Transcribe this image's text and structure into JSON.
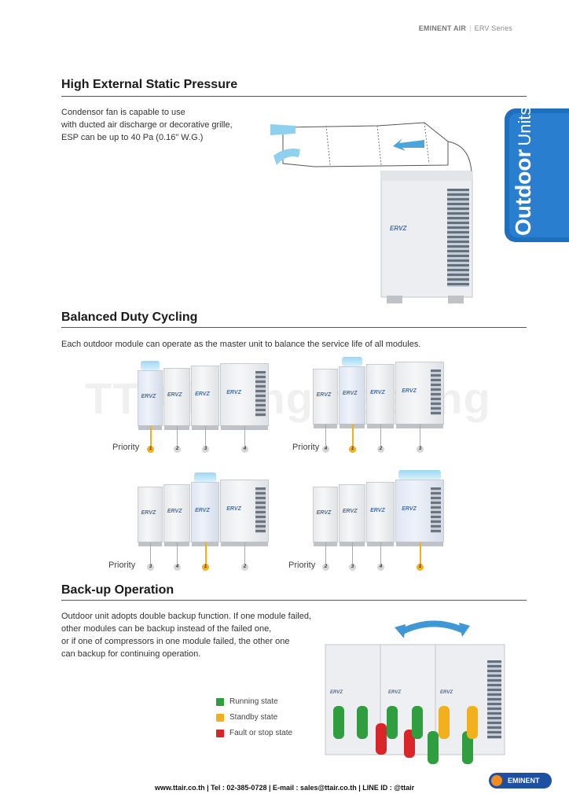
{
  "header": {
    "brand": "EMINENT AIR",
    "series": "ERV Series"
  },
  "side_tab": {
    "line1": "Outdoor",
    "line2": "Units"
  },
  "sections": {
    "esp": {
      "title": "High External Static Pressure",
      "body_lines": [
        "Condensor fan is capable to use",
        "with ducted air discharge or decorative grille,",
        "ESP can be up to 40 Pa (0.16\" W.G.)"
      ]
    },
    "duty": {
      "title": "Balanced Duty Cycling",
      "body": "Each outdoor module can operate as the master unit to balance  the service life of all modules."
    },
    "backup": {
      "title": "Back-up Operation",
      "body_lines": [
        "Outdoor unit adopts double backup function. If one module failed,",
        "other modules can be backup instead of the failed one,",
        "or if one of compressors in one module failed, the other one",
        "can backup for continuing operation."
      ]
    }
  },
  "unit_logo": "ERVZ",
  "priority_label": "Priority",
  "priority_groups": [
    {
      "numbers": [
        "1",
        "2",
        "3",
        "4"
      ],
      "active_index": 0
    },
    {
      "numbers": [
        "4",
        "1",
        "2",
        "3"
      ],
      "active_index": 1
    },
    {
      "numbers": [
        "3",
        "4",
        "1",
        "2"
      ],
      "active_index": 2
    },
    {
      "numbers": [
        "2",
        "3",
        "4",
        "1"
      ],
      "active_index": 3
    }
  ],
  "watermark": "TT Air Engineering",
  "legend": [
    {
      "label": "Running state",
      "color": "#2e9e3e"
    },
    {
      "label": "Standby state",
      "color": "#f2b01d"
    },
    {
      "label": "Fault or stop state",
      "color": "#d8262b"
    }
  ],
  "footer": "www.ttair.co.th | Tel : 02-385-0728 | E-mail : sales@ttair.co.th | LINE ID : @ttair",
  "footer_logo": "EMINENT",
  "colors": {
    "accent_blue": "#1f6fbf",
    "active_yellow": "#f2b01d"
  }
}
